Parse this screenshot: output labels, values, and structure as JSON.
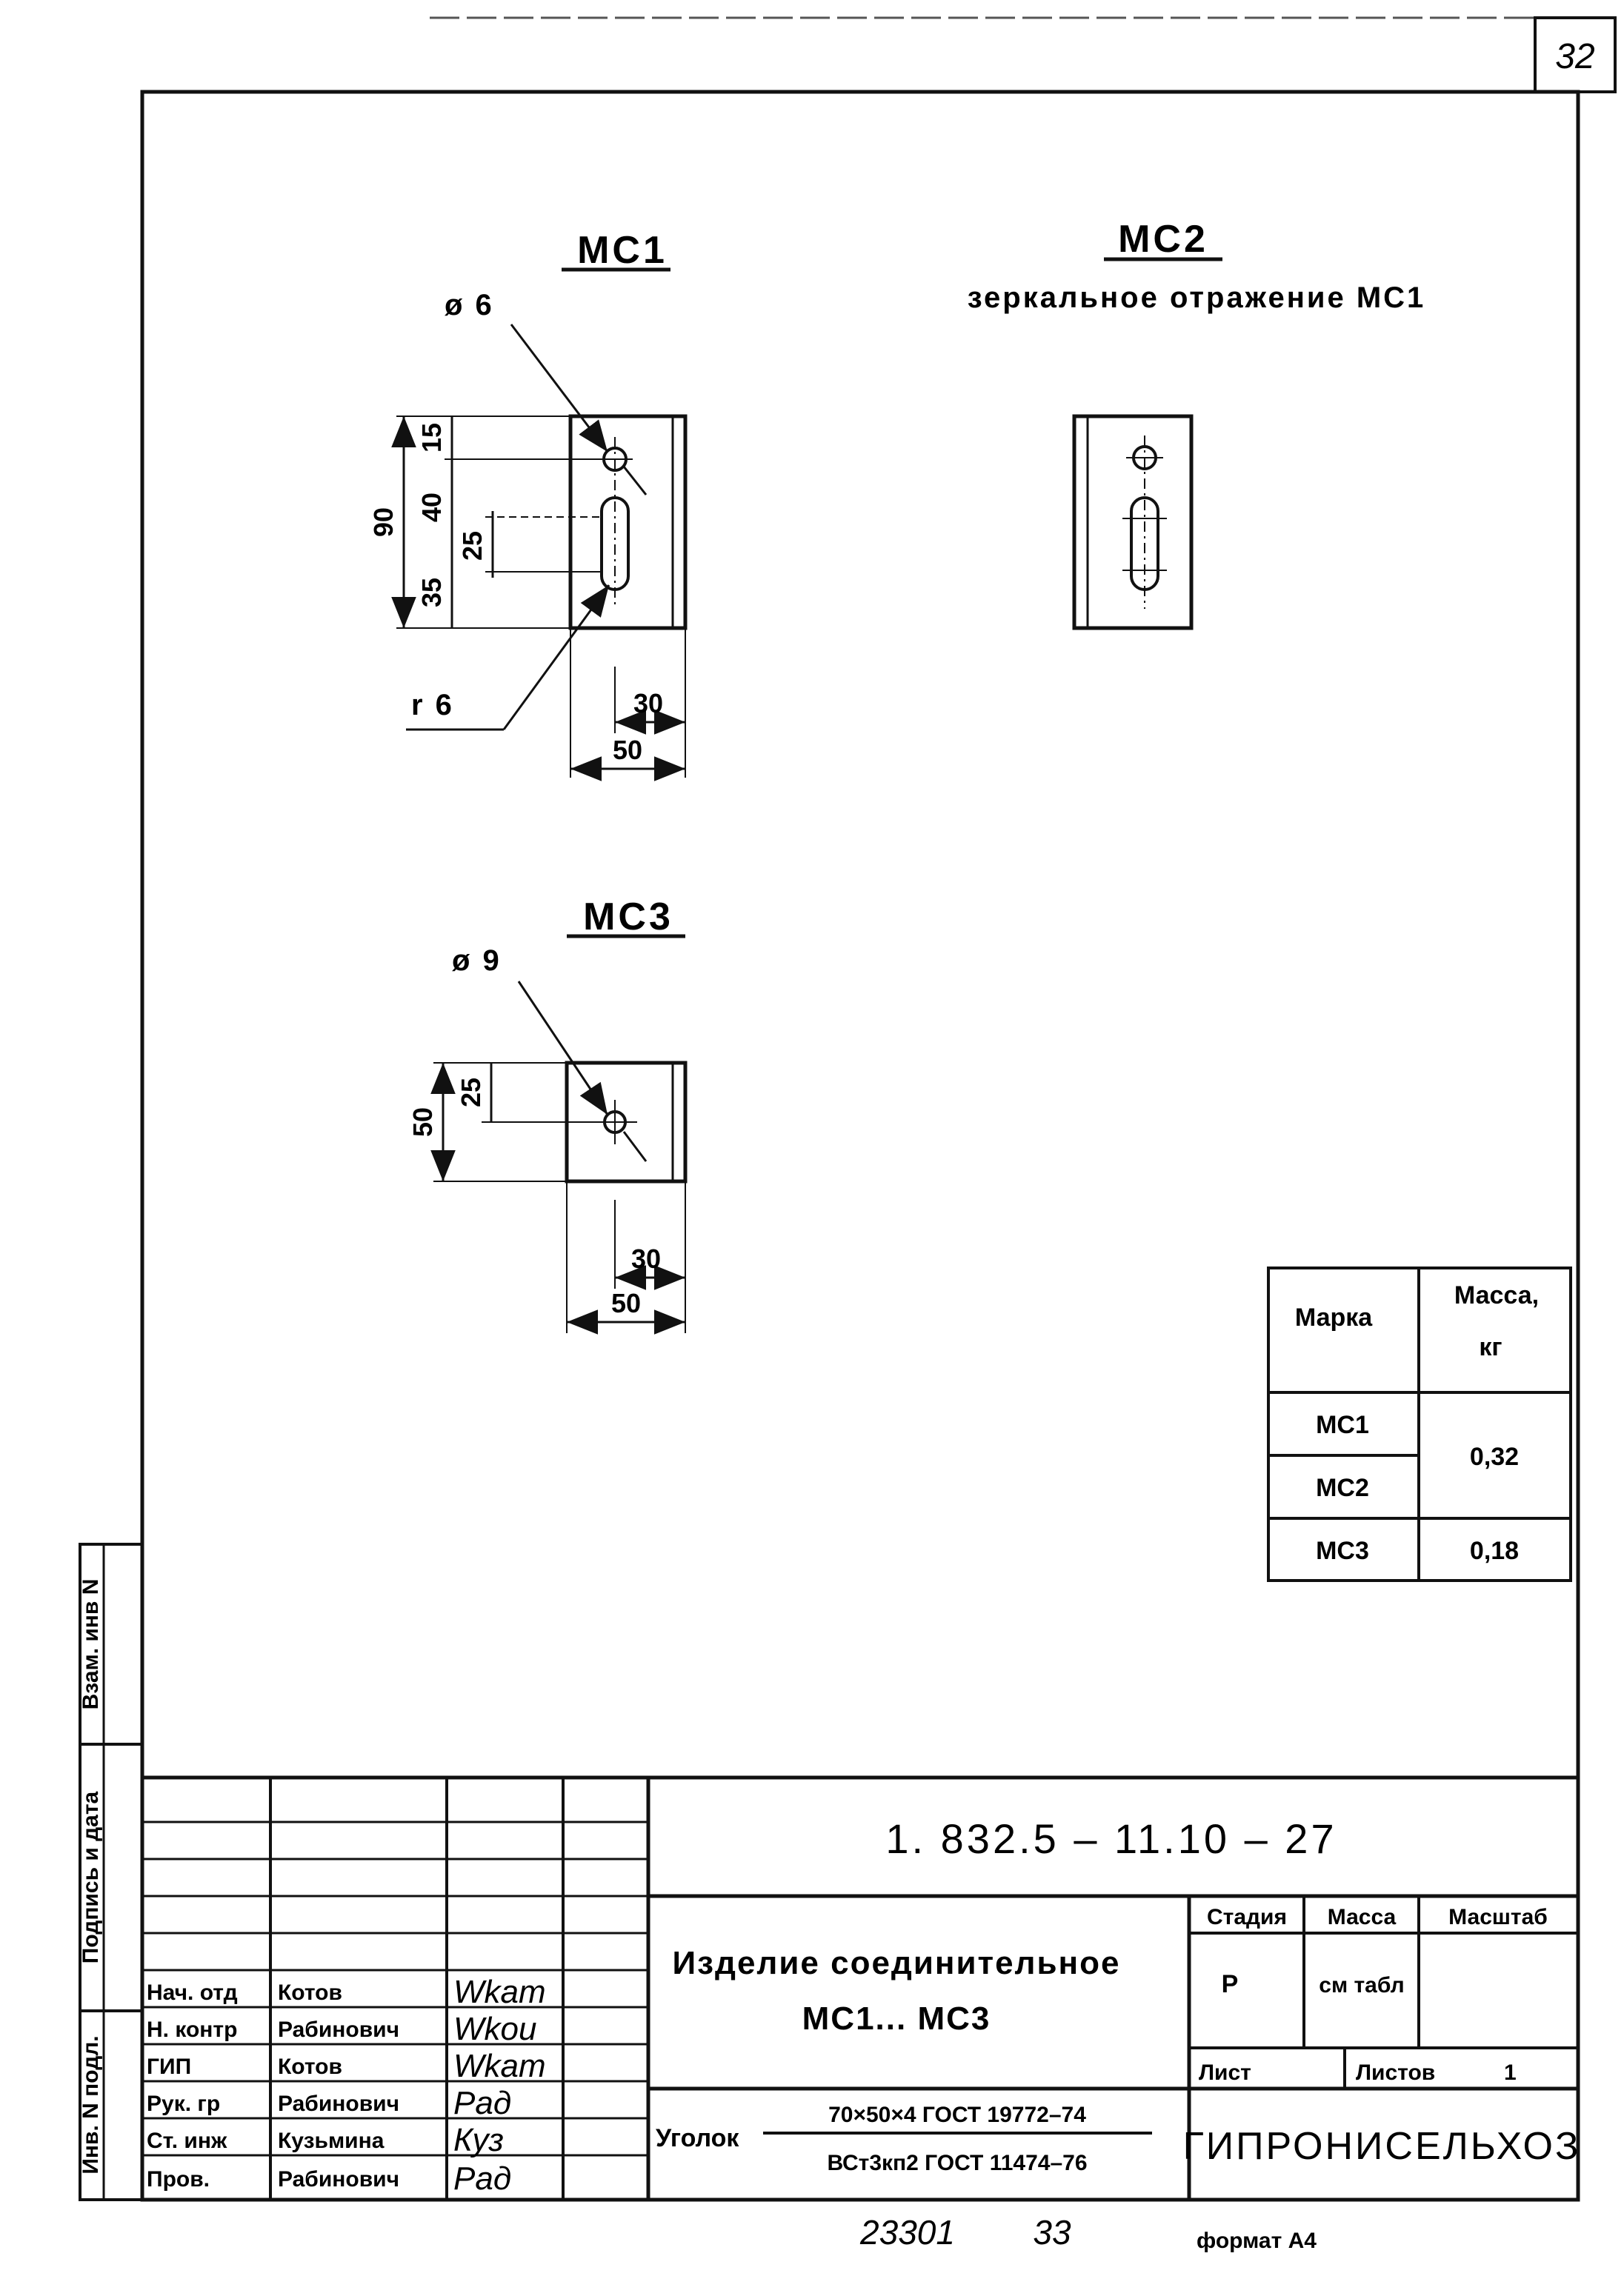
{
  "page": {
    "number": "32"
  },
  "drawings": {
    "mc1": {
      "title": "МС1",
      "hole_label": "ø 6",
      "slot_label": "r 6",
      "dims": {
        "total_height": "90",
        "top": "15",
        "middle": "40",
        "slot": "25",
        "bottom": "35",
        "hole_offset": "30",
        "width": "50"
      }
    },
    "mc2": {
      "title": "МС2",
      "subtitle": "зеркальное отражение МС1"
    },
    "mc3": {
      "title": "МС3",
      "hole_label": "ø 9",
      "dims": {
        "total_height": "50",
        "top": "25",
        "hole_offset": "30",
        "width": "50"
      }
    }
  },
  "mass_table": {
    "headers": {
      "mark": "Марка",
      "mass": "Масса,",
      "mass_unit": "кг"
    },
    "rows": [
      {
        "mark": "МС1"
      },
      {
        "mark": "МС2"
      },
      {
        "mark": "МС3"
      }
    ],
    "mass_mc1_mc2": "0,32",
    "mass_mc3": "0,18"
  },
  "side_stamp": {
    "vzam": "Взам. инв N",
    "podpis": "Подпись и дата",
    "inv": "Инв. N подл."
  },
  "title_block": {
    "code": "1. 832.5 – 11.10 – 27",
    "item_name_line1": "Изделие соединительное",
    "item_name_line2": "МС1... МС3",
    "stage_header": "Стадия",
    "mass_header": "Масса",
    "scale_header": "Масштаб",
    "stage_value": "Р",
    "mass_value": "см табл",
    "sheet_label": "Лист",
    "sheets_label": "Листов",
    "sheets_value": "1",
    "material_prefix": "Уголок",
    "material_top": "70×50×4 ГОСТ 19772–74",
    "material_bottom": "ВСт3кп2 ГОСТ 11474–76",
    "organization": "ГИПРОНИСЕЛЬХОЗ",
    "signatures": [
      {
        "role": "Нач. отд",
        "name": "Котов",
        "sign": "Wkam"
      },
      {
        "role": "Н. контр",
        "name": "Рабинович",
        "sign": "Wkou"
      },
      {
        "role": "ГИП",
        "name": "Котов",
        "sign": "Wkam"
      },
      {
        "role": "Рук. гр",
        "name": "Рабинович",
        "sign": "Paд"
      },
      {
        "role": "Ст. инж",
        "name": "Кузьмина",
        "sign": "Куз"
      },
      {
        "role": "Пров.",
        "name": "Рабинович",
        "sign": "Paд"
      }
    ]
  },
  "footer": {
    "number": "23301",
    "copy": "33",
    "format": "формат А4"
  }
}
